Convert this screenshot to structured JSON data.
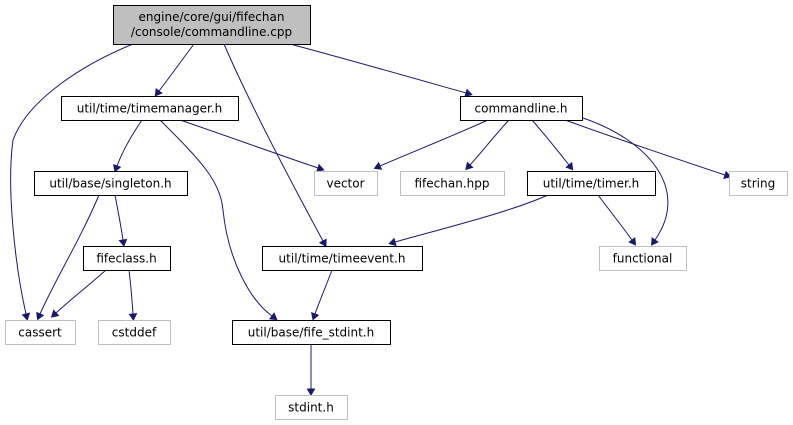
{
  "colors": {
    "edge": "#191970",
    "root_fill": "#bfbfbf",
    "node_border": "#000000",
    "external_border": "#bfbfbf",
    "text": "#000000"
  },
  "nodes": [
    {
      "id": "root",
      "lines": [
        "engine/core/gui/fifechan",
        "/console/commandline.cpp"
      ],
      "kind": "root"
    },
    {
      "id": "timemanager",
      "lines": [
        "util/time/timemanager.h"
      ],
      "kind": "internal"
    },
    {
      "id": "commandline",
      "lines": [
        "commandline.h"
      ],
      "kind": "internal"
    },
    {
      "id": "singleton",
      "lines": [
        "util/base/singleton.h"
      ],
      "kind": "internal"
    },
    {
      "id": "vector",
      "lines": [
        "vector"
      ],
      "kind": "external"
    },
    {
      "id": "fifechan",
      "lines": [
        "fifechan.hpp"
      ],
      "kind": "external"
    },
    {
      "id": "timer",
      "lines": [
        "util/time/timer.h"
      ],
      "kind": "internal"
    },
    {
      "id": "string",
      "lines": [
        "string"
      ],
      "kind": "external"
    },
    {
      "id": "fifeclass",
      "lines": [
        "fifeclass.h"
      ],
      "kind": "internal"
    },
    {
      "id": "timeevent",
      "lines": [
        "util/time/timeevent.h"
      ],
      "kind": "internal"
    },
    {
      "id": "functional",
      "lines": [
        "functional"
      ],
      "kind": "external"
    },
    {
      "id": "cassert",
      "lines": [
        "cassert"
      ],
      "kind": "external"
    },
    {
      "id": "cstddef",
      "lines": [
        "cstddef"
      ],
      "kind": "external"
    },
    {
      "id": "fife_stdint",
      "lines": [
        "util/base/fife_stdint.h"
      ],
      "kind": "internal"
    },
    {
      "id": "stdint",
      "lines": [
        "stdint.h"
      ],
      "kind": "external"
    }
  ],
  "edges": [
    {
      "from": "root",
      "to": "cassert"
    },
    {
      "from": "root",
      "to": "timemanager"
    },
    {
      "from": "root",
      "to": "timeevent"
    },
    {
      "from": "root",
      "to": "commandline"
    },
    {
      "from": "timemanager",
      "to": "singleton"
    },
    {
      "from": "timemanager",
      "to": "vector"
    },
    {
      "from": "timemanager",
      "to": "fife_stdint"
    },
    {
      "from": "commandline",
      "to": "vector"
    },
    {
      "from": "commandline",
      "to": "fifechan"
    },
    {
      "from": "commandline",
      "to": "timer"
    },
    {
      "from": "commandline",
      "to": "string"
    },
    {
      "from": "commandline",
      "to": "functional"
    },
    {
      "from": "singleton",
      "to": "fifeclass"
    },
    {
      "from": "singleton",
      "to": "cassert"
    },
    {
      "from": "fifeclass",
      "to": "cassert"
    },
    {
      "from": "fifeclass",
      "to": "cstddef"
    },
    {
      "from": "timer",
      "to": "timeevent"
    },
    {
      "from": "timer",
      "to": "functional"
    },
    {
      "from": "timeevent",
      "to": "fife_stdint"
    },
    {
      "from": "fife_stdint",
      "to": "stdint"
    }
  ]
}
